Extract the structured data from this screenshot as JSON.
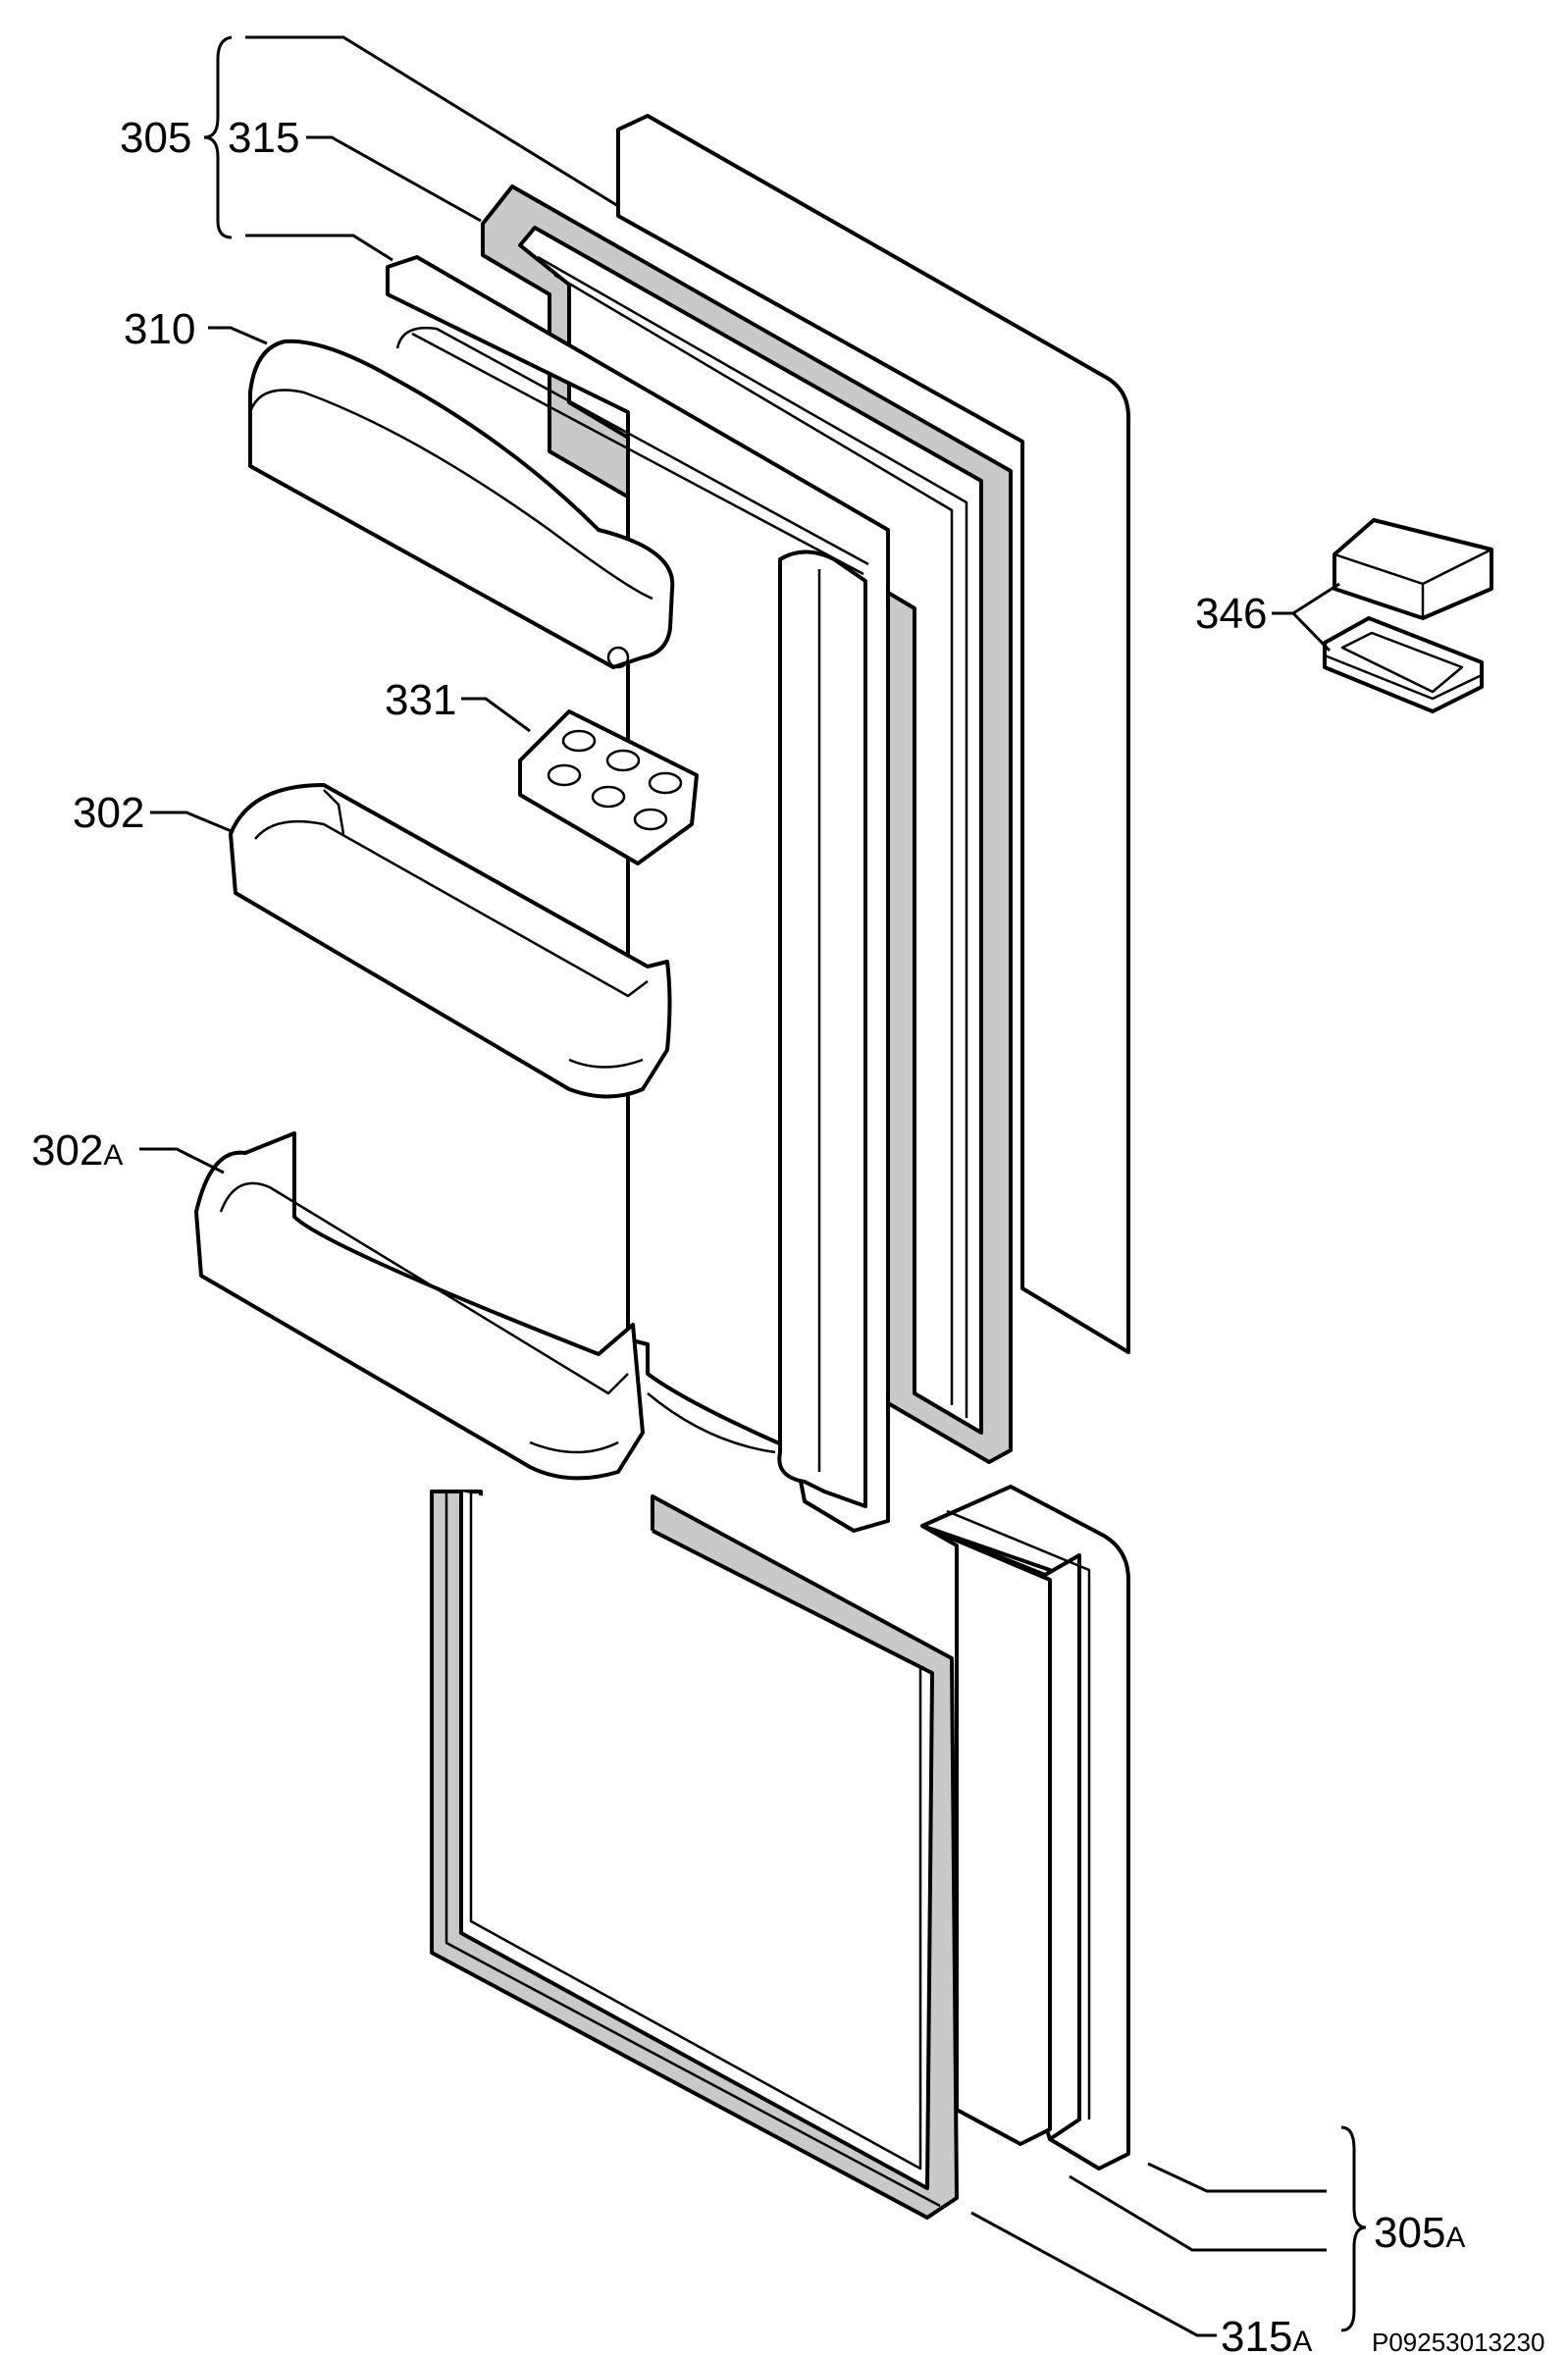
{
  "labels": {
    "l305": "305",
    "l315": "315",
    "l310": "310",
    "l331": "331",
    "l302": "302",
    "l302a_num": "302",
    "l302a_suf": "A",
    "l346": "346",
    "l305a_num": "305",
    "l305a_suf": "A",
    "l315a_num": "315",
    "l315a_suf": "A"
  },
  "diagram_code": "P09253013230",
  "colors": {
    "line": "#000000",
    "gasket_fill": "#c9c9c9",
    "background": "#ffffff"
  }
}
